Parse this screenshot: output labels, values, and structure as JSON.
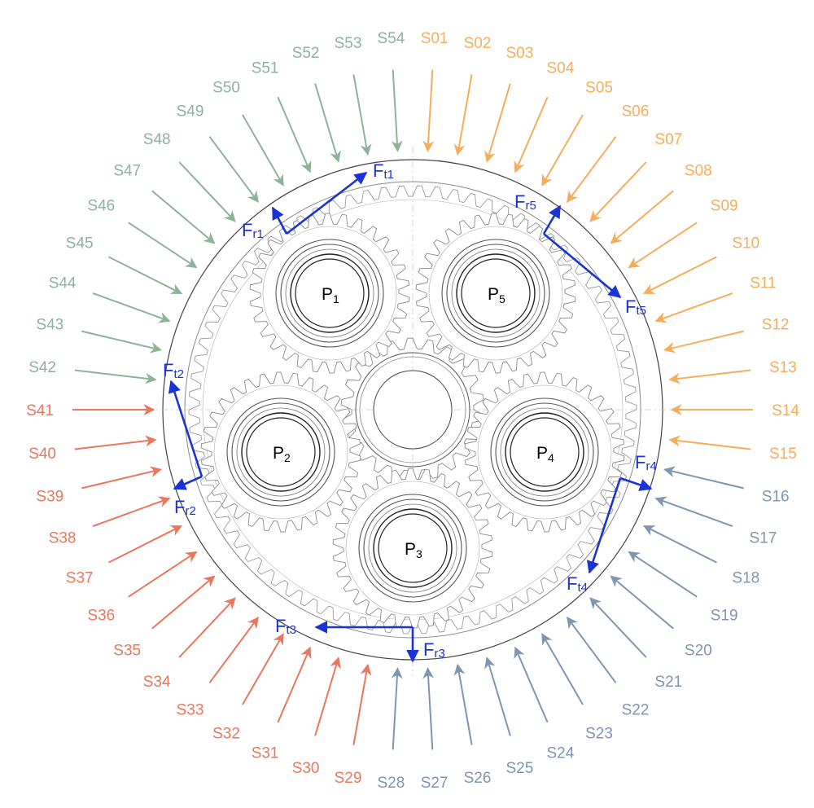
{
  "colors": {
    "group_orange": "#f6ad5b",
    "group_blue": "#7e96b2",
    "group_red": "#e8775e",
    "group_green": "#8db39b",
    "force": "#1a33d6",
    "gear_line": "#8a8a8a",
    "housing_line": "#444444"
  },
  "sensors": [
    {
      "label": "S01",
      "group": "orange"
    },
    {
      "label": "S02",
      "group": "orange"
    },
    {
      "label": "S03",
      "group": "orange"
    },
    {
      "label": "S04",
      "group": "orange"
    },
    {
      "label": "S05",
      "group": "orange"
    },
    {
      "label": "S06",
      "group": "orange"
    },
    {
      "label": "S07",
      "group": "orange"
    },
    {
      "label": "S08",
      "group": "orange"
    },
    {
      "label": "S09",
      "group": "orange"
    },
    {
      "label": "S10",
      "group": "orange"
    },
    {
      "label": "S11",
      "group": "orange"
    },
    {
      "label": "S12",
      "group": "orange"
    },
    {
      "label": "S13",
      "group": "orange"
    },
    {
      "label": "S14",
      "group": "orange"
    },
    {
      "label": "S15",
      "group": "orange"
    },
    {
      "label": "S16",
      "group": "blue"
    },
    {
      "label": "S17",
      "group": "blue"
    },
    {
      "label": "S18",
      "group": "blue"
    },
    {
      "label": "S19",
      "group": "blue"
    },
    {
      "label": "S20",
      "group": "blue"
    },
    {
      "label": "S21",
      "group": "blue"
    },
    {
      "label": "S22",
      "group": "blue"
    },
    {
      "label": "S23",
      "group": "blue"
    },
    {
      "label": "S24",
      "group": "blue"
    },
    {
      "label": "S25",
      "group": "blue"
    },
    {
      "label": "S26",
      "group": "blue"
    },
    {
      "label": "S27",
      "group": "blue"
    },
    {
      "label": "S28",
      "group": "blue"
    },
    {
      "label": "S29",
      "group": "red"
    },
    {
      "label": "S30",
      "group": "red"
    },
    {
      "label": "S31",
      "group": "red"
    },
    {
      "label": "S32",
      "group": "red"
    },
    {
      "label": "S33",
      "group": "red"
    },
    {
      "label": "S34",
      "group": "red"
    },
    {
      "label": "S35",
      "group": "red"
    },
    {
      "label": "S36",
      "group": "red"
    },
    {
      "label": "S37",
      "group": "red"
    },
    {
      "label": "S38",
      "group": "red"
    },
    {
      "label": "S39",
      "group": "red"
    },
    {
      "label": "S40",
      "group": "red"
    },
    {
      "label": "S41",
      "group": "red"
    },
    {
      "label": "S42",
      "group": "green"
    },
    {
      "label": "S43",
      "group": "green"
    },
    {
      "label": "S44",
      "group": "green"
    },
    {
      "label": "S45",
      "group": "green"
    },
    {
      "label": "S46",
      "group": "green"
    },
    {
      "label": "S47",
      "group": "green"
    },
    {
      "label": "S48",
      "group": "green"
    },
    {
      "label": "S49",
      "group": "green"
    },
    {
      "label": "S50",
      "group": "green"
    },
    {
      "label": "S51",
      "group": "green"
    },
    {
      "label": "S52",
      "group": "green"
    },
    {
      "label": "S53",
      "group": "green"
    },
    {
      "label": "S54",
      "group": "green"
    }
  ],
  "planets": [
    {
      "label": "P",
      "sub": "1"
    },
    {
      "label": "P",
      "sub": "2"
    },
    {
      "label": "P",
      "sub": "3"
    },
    {
      "label": "P",
      "sub": "4"
    },
    {
      "label": "P",
      "sub": "5"
    }
  ],
  "forces": [
    {
      "ft_label": "F",
      "ft_sub": "t1",
      "fr_label": "F",
      "fr_sub": "r1"
    },
    {
      "ft_label": "F",
      "ft_sub": "t2",
      "fr_label": "F",
      "fr_sub": "r2"
    },
    {
      "ft_label": "F",
      "ft_sub": "t3",
      "fr_label": "F",
      "fr_sub": "r3"
    },
    {
      "ft_label": "F",
      "ft_sub": "t4",
      "fr_label": "F",
      "fr_sub": "r4"
    },
    {
      "ft_label": "F",
      "ft_sub": "t5",
      "fr_label": "F",
      "fr_sub": "r5"
    }
  ]
}
